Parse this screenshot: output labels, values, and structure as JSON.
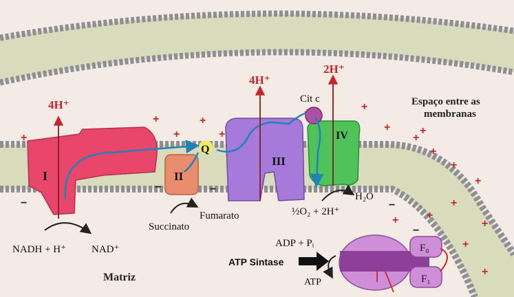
{
  "complexes": {
    "c1": "I",
    "c2": "II",
    "c3": "III",
    "c4": "IV"
  },
  "labels": {
    "proton1": "4H⁺",
    "proton3": "4H⁺",
    "proton4": "2H⁺",
    "q": "Q",
    "cit_c": "Cit c",
    "espaco_line1": "Espaço entre as",
    "espaco_line2": "membranas",
    "nadh": "NADH + H⁺",
    "nad": "NAD⁺",
    "succinato": "Succinato",
    "fumarato": "Fumarato",
    "o2": "½O₂ + 2H⁺",
    "h2o": "H₂O",
    "matriz": "Matriz",
    "adp": "ADP + Pᵢ",
    "atp": "ATP",
    "atp_sintase": "ATP Sintase",
    "fo": "F₀",
    "f1": "F₁"
  },
  "colors": {
    "background": "#f3ebe4",
    "membrane_head": "#9b99a1",
    "membrane_tail": "#d9dcbc",
    "complex_I": "#e8466a",
    "complex_II": "#ea8c6e",
    "complex_III": "#a67ad8",
    "complex_IV": "#4fc35a",
    "cit_c": "#b14fa3",
    "atp_synthase": "#cf8fd8",
    "proton_text": "#c8262d",
    "electron_path": "#1f83b8"
  }
}
